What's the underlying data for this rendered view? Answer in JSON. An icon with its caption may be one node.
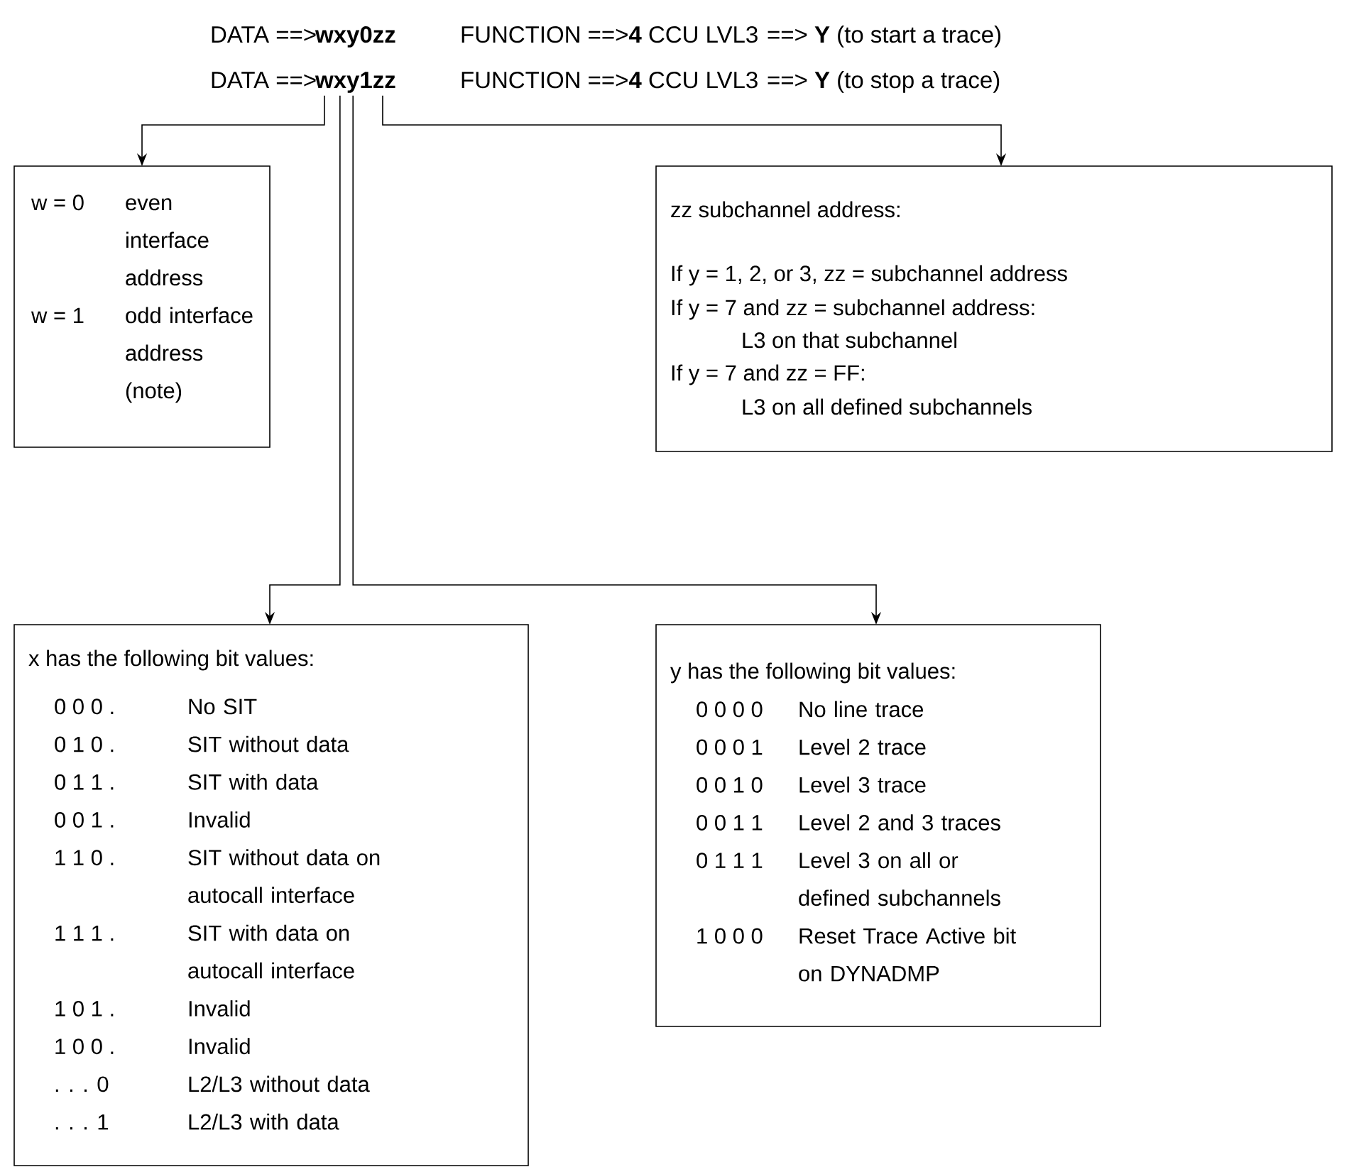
{
  "diagram": {
    "nodes": [
      {
        "text": [
          "wxy1zz"
        ]
      },
      {
        "text": [
          "w = 0",
          "even interface address",
          "w = 1",
          "odd interface address (note)"
        ]
      },
      {
        "text": [
          "zz subchannel address:",
          "If y = 1, 2, or 3, zz = subchannel address",
          "If y = 7 and zz = subchannel address:",
          "L3 on that subchannel",
          "If y = 7 and zz = FF:",
          "L3 on all defined subchannels"
        ]
      },
      {
        "text": [
          "x has the following bit values:",
          "0 0 0 .",
          "No SIT",
          "0 1 0 .",
          "SIT without data",
          "0 1 1 .",
          "SIT with data",
          "0 0 1 .",
          "Invalid",
          "1 1 0 .",
          "SIT without data on autocall interface",
          "1 1 1 .",
          "SIT with data on autocall interface",
          "1 0 1 .",
          "Invalid",
          "1 0 0 .",
          "Invalid",
          ". . . 0",
          "L2/L3 without data",
          ". . . 1",
          "L2/L3 with data"
        ]
      },
      {
        "text": [
          "y has the following bit values:",
          "0 0 0 0",
          "No line trace",
          "0 0 0 1",
          "Level 2 trace",
          "0 0 1 0",
          "Level 3 trace",
          "0 0 1 1",
          "Level 2 and 3 traces",
          "0 1 1 1",
          "Level 3 on all or defined subchannels",
          "1 0 0 0",
          "Reset Trace Active bit on DYNADMP"
        ]
      }
    ],
    "edges": [
      {
        "from": 0,
        "to": 1,
        "arrow": "to"
      },
      {
        "from": 0,
        "to": 2,
        "arrow": "to"
      },
      {
        "from": 0,
        "to": 3,
        "arrow": "to"
      },
      {
        "from": 0,
        "to": 4,
        "arrow": "to"
      }
    ],
    "labels": [
      "DATA ==>",
      "wxy0zz",
      "FUNCTION ==>**4** CCU LVL3",
      "==> **Y** (to start a trace)",
      "DATA ==>",
      "FUNCTION ==>**4** CCU LVL3",
      "==> **Y** (to stop a trace)"
    ]
  }
}
